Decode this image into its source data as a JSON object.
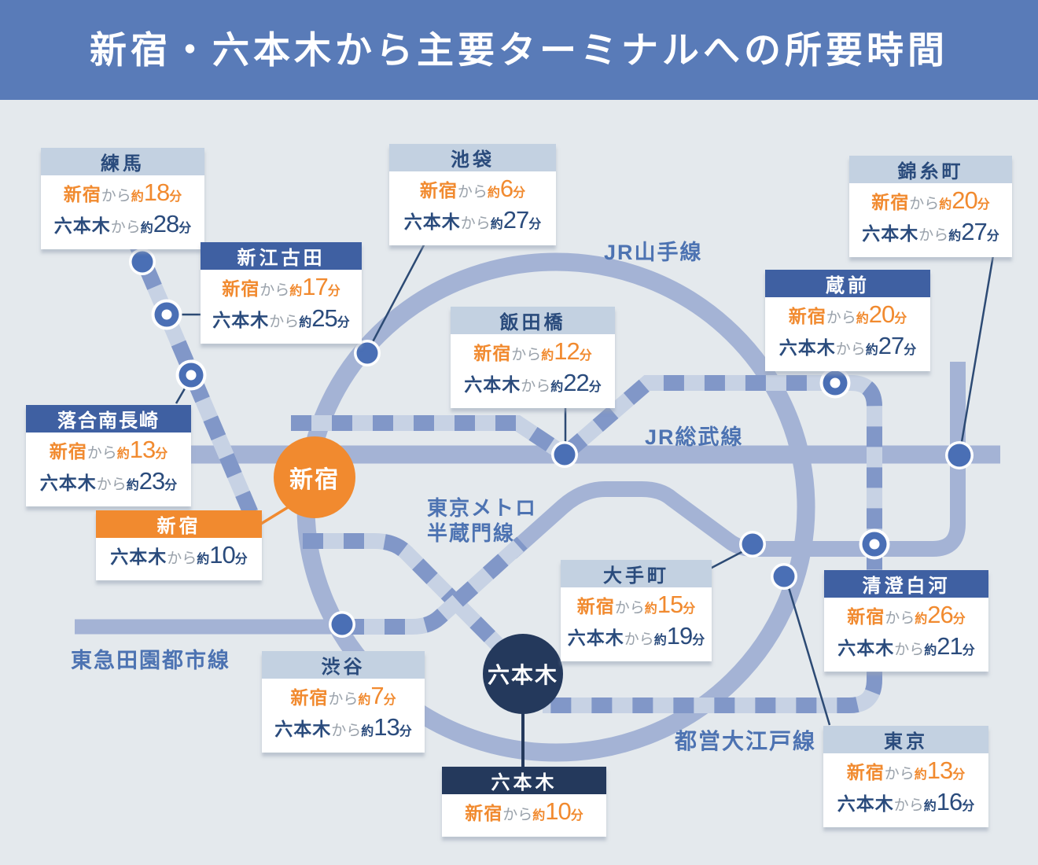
{
  "title": "新宿・六本木から主要ターミナルへの所要時間",
  "tokens": {
    "shinjuku": "新宿",
    "roppongi": "六本木",
    "kara": "から",
    "yaku": "約",
    "fun": "分"
  },
  "hubs": {
    "shinjuku": "新宿",
    "roppongi": "六本木"
  },
  "line_labels": {
    "yamanote": "JR山手線",
    "sobu": "JR総武線",
    "metro1": "東京メトロ",
    "metro2": "半蔵門線",
    "denentoshi": "東急田園都市線",
    "oedo": "都営大江戸線"
  },
  "stations": [
    {
      "name": "練馬",
      "header": "light",
      "from_shinjuku": "18",
      "from_roppongi": "28"
    },
    {
      "name": "池袋",
      "header": "light",
      "from_shinjuku": "6",
      "from_roppongi": "27"
    },
    {
      "name": "錦糸町",
      "header": "light",
      "from_shinjuku": "20",
      "from_roppongi": "27"
    },
    {
      "name": "新江古田",
      "header": "dark",
      "from_shinjuku": "17",
      "from_roppongi": "25"
    },
    {
      "name": "飯田橋",
      "header": "light",
      "from_shinjuku": "12",
      "from_roppongi": "22"
    },
    {
      "name": "蔵前",
      "header": "dark",
      "from_shinjuku": "20",
      "from_roppongi": "27"
    },
    {
      "name": "落合南長崎",
      "header": "dark",
      "from_shinjuku": "13",
      "from_roppongi": "23"
    },
    {
      "name": "新宿",
      "header": "orange",
      "from_shinjuku": "",
      "from_roppongi": "10"
    },
    {
      "name": "大手町",
      "header": "light",
      "from_shinjuku": "15",
      "from_roppongi": "19"
    },
    {
      "name": "清澄白河",
      "header": "dark",
      "from_shinjuku": "26",
      "from_roppongi": "21"
    },
    {
      "name": "渋谷",
      "header": "light",
      "from_shinjuku": "7",
      "from_roppongi": "13"
    },
    {
      "name": "東京",
      "header": "light",
      "from_shinjuku": "13",
      "from_roppongi": "16"
    },
    {
      "name": "六本木",
      "header": "navy",
      "from_shinjuku": "10",
      "from_roppongi": ""
    }
  ],
  "colors": {
    "background": "#e4e9ed",
    "banner": "#597bb8",
    "accent_orange": "#f18a2f",
    "roppongi_navy": "#24395c",
    "text_navy": "#2a4b7c",
    "text_gray": "#9aa2ab",
    "header_light": "#c3d1e1",
    "header_dark": "#3f60a2",
    "line_solid": "#a4b3d5",
    "line_stripe_dark": "#8197c8",
    "line_stripe_light": "#c7d2e4",
    "station_dot": "#4a6fb5",
    "label_blue": "#4d73b2",
    "connector_navy": "#2c4a74"
  }
}
